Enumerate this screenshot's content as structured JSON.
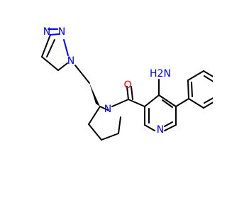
{
  "molecule": {
    "atom_labels": {
      "triazole_n1": "N",
      "triazole_n2": "N",
      "triazole_n3": "N",
      "pyrrolidine_n": "N",
      "carbonyl_o": "O",
      "amine_h2n": "H2N",
      "pyridine_n": "N"
    },
    "colors": {
      "nitrogen": "#0000ff",
      "oxygen": "#ff0000",
      "carbon": "#000000",
      "background": "#ffffff"
    }
  }
}
